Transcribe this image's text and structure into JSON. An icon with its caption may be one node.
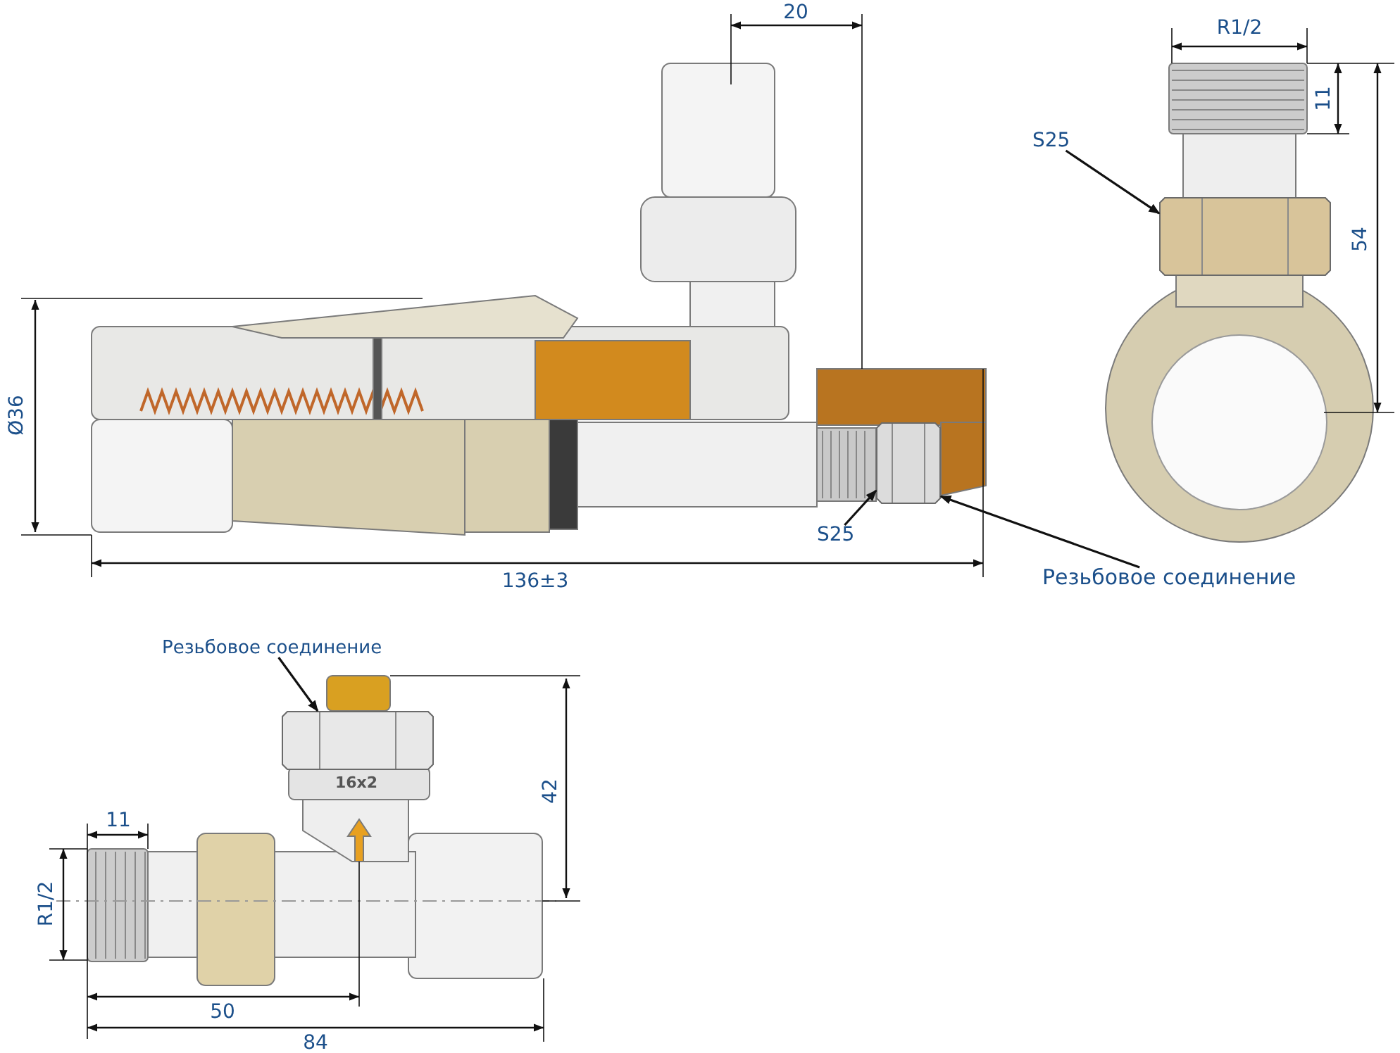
{
  "diagram": {
    "nodes": [
      {
        "text": [
          "S25"
        ]
      },
      {
        "text": [],
        "shape": "picture"
      },
      {
        "text": [
          "S25"
        ]
      },
      {
        "text": [],
        "shape": "picture"
      },
      {
        "text": [
          "Резьбовое соединение"
        ]
      },
      {
        "text": [
          "Резьбовое соединение"
        ]
      },
      {
        "text": [],
        "shape": "picture"
      }
    ],
    "edges": [
      {
        "from": 0,
        "to": 1,
        "arrow": "to"
      },
      {
        "from": 2,
        "to": 3,
        "arrow": "to"
      },
      {
        "from": 4,
        "to": 3,
        "arrow": "to"
      },
      {
        "from": 5,
        "to": 6,
        "arrow": "to"
      }
    ],
    "labels": [
      "20",
      "R1/2",
      "11",
      "54",
      "Ø36",
      "136±3",
      "16x2",
      "42",
      "11",
      "R1/2",
      "50",
      "84"
    ]
  }
}
